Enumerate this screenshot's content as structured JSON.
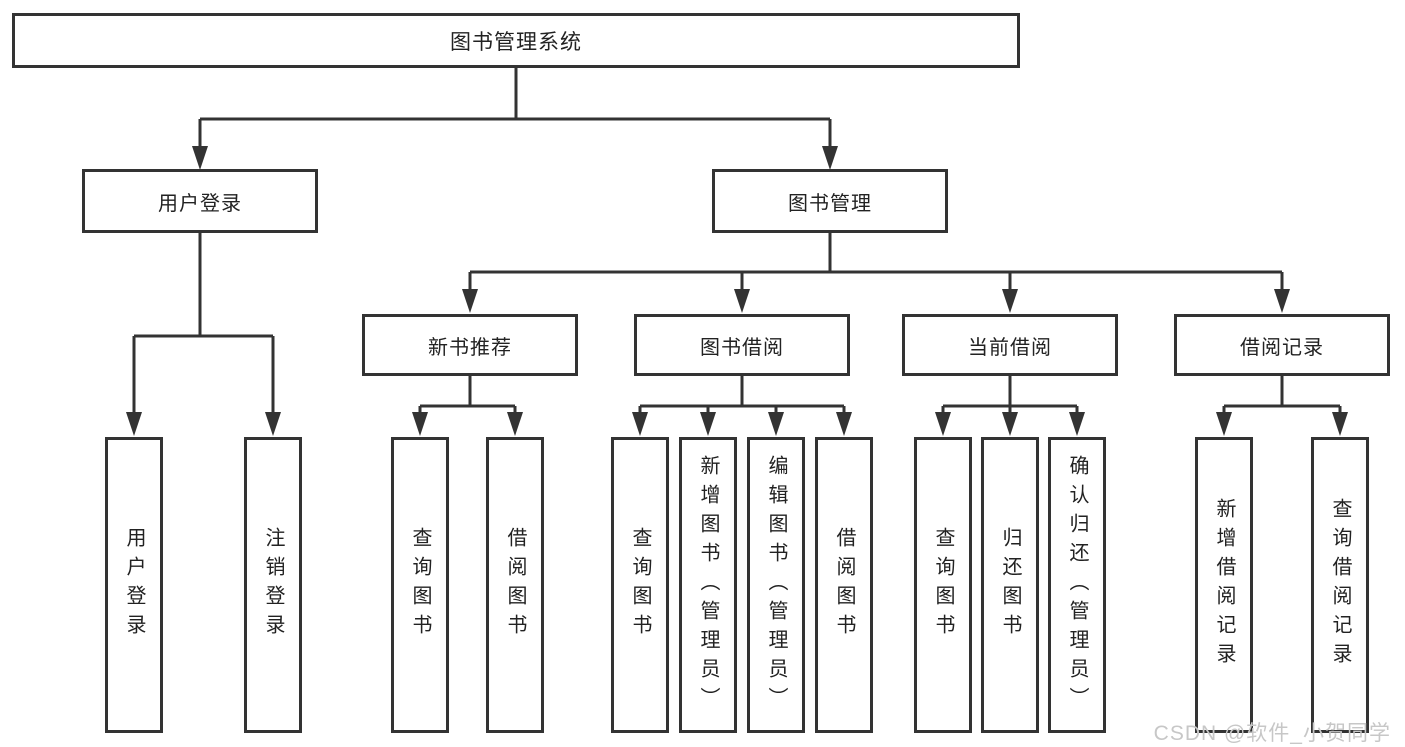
{
  "diagram": {
    "root": "图书管理系统",
    "user_login": "用户登录",
    "book_mgmt": "图书管理",
    "new_books": "新书推荐",
    "book_borrow": "图书借阅",
    "current_borrow": "当前借阅",
    "borrow_records": "借阅记录",
    "user_login_children": [
      "用户登录",
      "注销登录"
    ],
    "new_books_children": [
      "查询图书",
      "借阅图书"
    ],
    "book_borrow_children": [
      "查询图书",
      "新增图书（管理员）",
      "编辑图书（管理员）",
      "借阅图书"
    ],
    "current_borrow_children": [
      "查询图书",
      "归还图书",
      "确认归还（管理员）"
    ],
    "borrow_records_children": [
      "新增借阅记录",
      "查询借阅记录"
    ]
  },
  "watermark": "CSDN @软件_小贺同学",
  "colors": {
    "line": "#333333",
    "text": "#222222",
    "box_background": "#ffffff",
    "watermark": "#c7c7c7",
    "background": "#ffffff"
  }
}
